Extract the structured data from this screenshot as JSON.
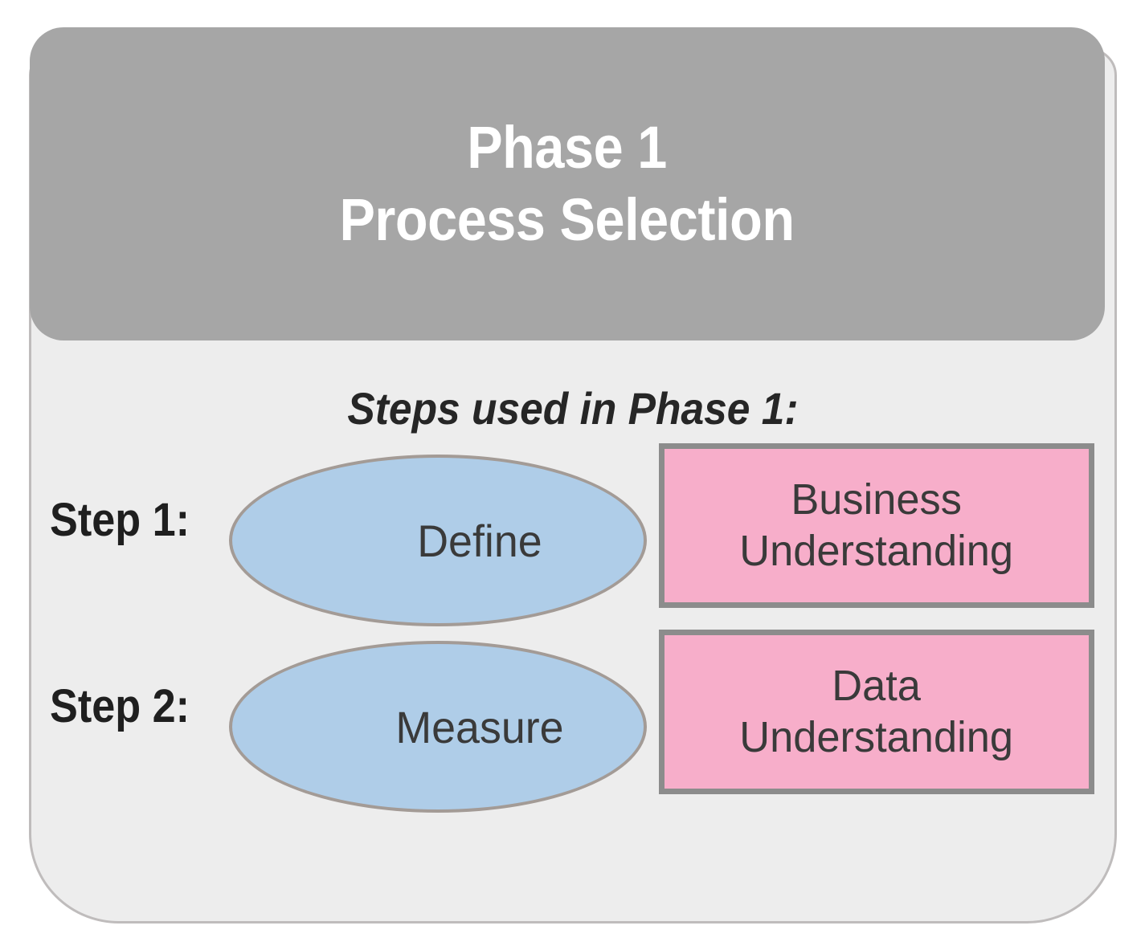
{
  "diagram": {
    "type": "phase-card",
    "header": {
      "title_line1": "Phase 1",
      "title_line2": "Process Selection",
      "background_color": "#A6A6A6",
      "text_color": "#FFFFFF"
    },
    "body": {
      "caption": "Steps used in Phase 1:",
      "background_color": "#EDEDED",
      "border_color": "#BFBCBC"
    },
    "rows": [
      {
        "step_label": "Step 1:",
        "dmaic_phase": "Define",
        "crisp_phase": "Business\nUnderstanding",
        "ellipse_color": "#AFCDE8",
        "ellipse_border_color": "#A39B96",
        "box_color": "#F7AECA",
        "box_border_color": "#8C8C8C"
      },
      {
        "step_label": "Step 2:",
        "dmaic_phase": "Measure",
        "crisp_phase": "Data\nUnderstanding",
        "ellipse_color": "#AFCDE8",
        "ellipse_border_color": "#A39B96",
        "box_color": "#F7AECA",
        "box_border_color": "#8C8C8C"
      }
    ]
  }
}
